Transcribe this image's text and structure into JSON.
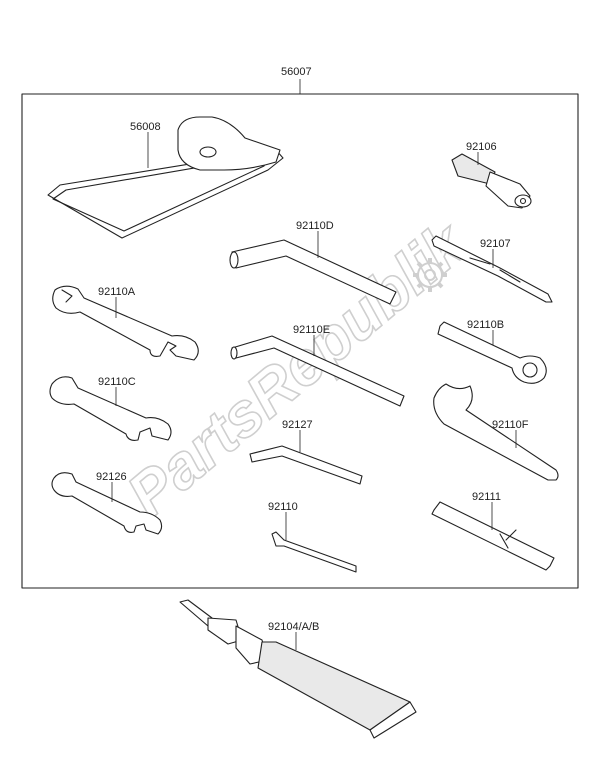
{
  "watermark": "PartsRepublik",
  "parts": {
    "kit": "56007",
    "pouch": "56008",
    "spark_plug_wrench": "92106",
    "hex_wrench_d": "92110D",
    "screwdriver": "92107",
    "wrench_a": "92110A",
    "hex_wrench_e": "92110E",
    "ring_wrench_b": "92110B",
    "wrench_c": "92110C",
    "hook_wrench_f": "92110F",
    "hex_wrench_small": "92127",
    "wrench_small": "92126",
    "hex_wrench_tiny": "92110",
    "extension_bar": "92111",
    "grease_tube": "92104/A/B"
  }
}
